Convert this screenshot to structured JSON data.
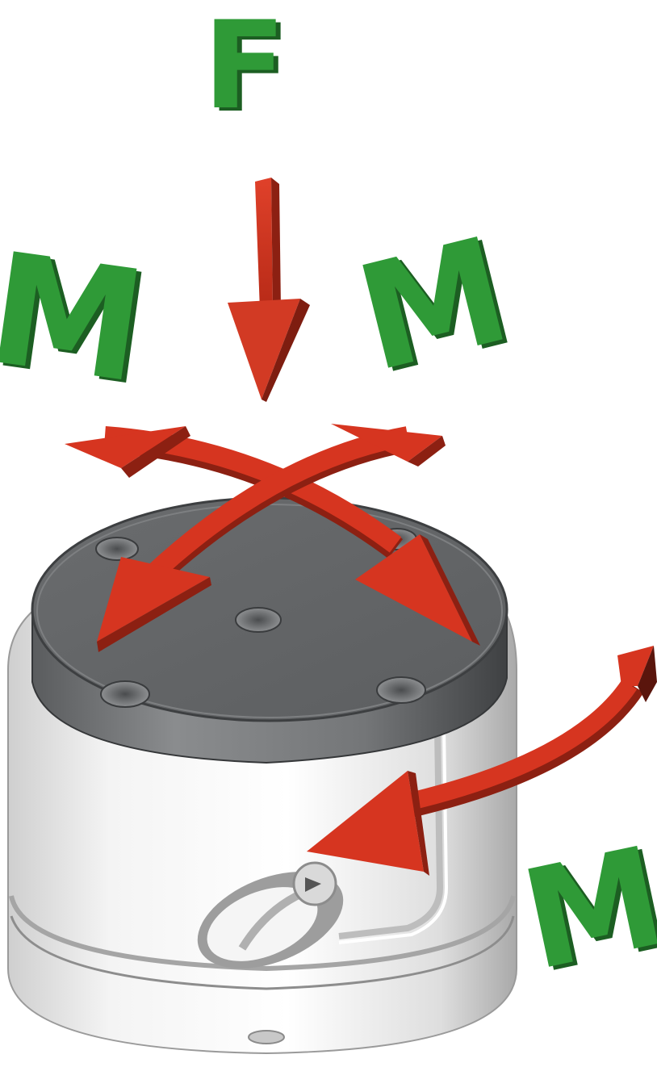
{
  "labels": {
    "force": "F",
    "moment_left": "M",
    "moment_right": "M",
    "moment_lower": "M"
  },
  "colors": {
    "label_green": "#2f9a37",
    "label_green_shadow": "#1c5e22",
    "arrow_red": "#d63520",
    "arrow_red_dark": "#8c2012",
    "plate_gray": "#6f7173",
    "plate_gray_dark": "#4a4c4e",
    "body_light": "#e6e6e6",
    "body_shadow": "#b5b5b5"
  }
}
